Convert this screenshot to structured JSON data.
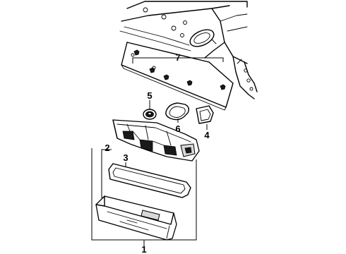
{
  "callouts": {
    "c1": "1",
    "c2": "2",
    "c3": "3",
    "c4": "4",
    "c5": "5",
    "c6": "6",
    "c7": "7"
  },
  "parts": [
    {
      "callout": "1",
      "name": "lamp-assembly"
    },
    {
      "callout": "2",
      "name": "lens-and-housing"
    },
    {
      "callout": "3",
      "name": "lens-gasket"
    },
    {
      "callout": "4",
      "name": "socket-gasket"
    },
    {
      "callout": "5",
      "name": "bulb-socket"
    },
    {
      "callout": "6",
      "name": "socket-seal"
    },
    {
      "callout": "7",
      "name": "tail-panel"
    }
  ]
}
